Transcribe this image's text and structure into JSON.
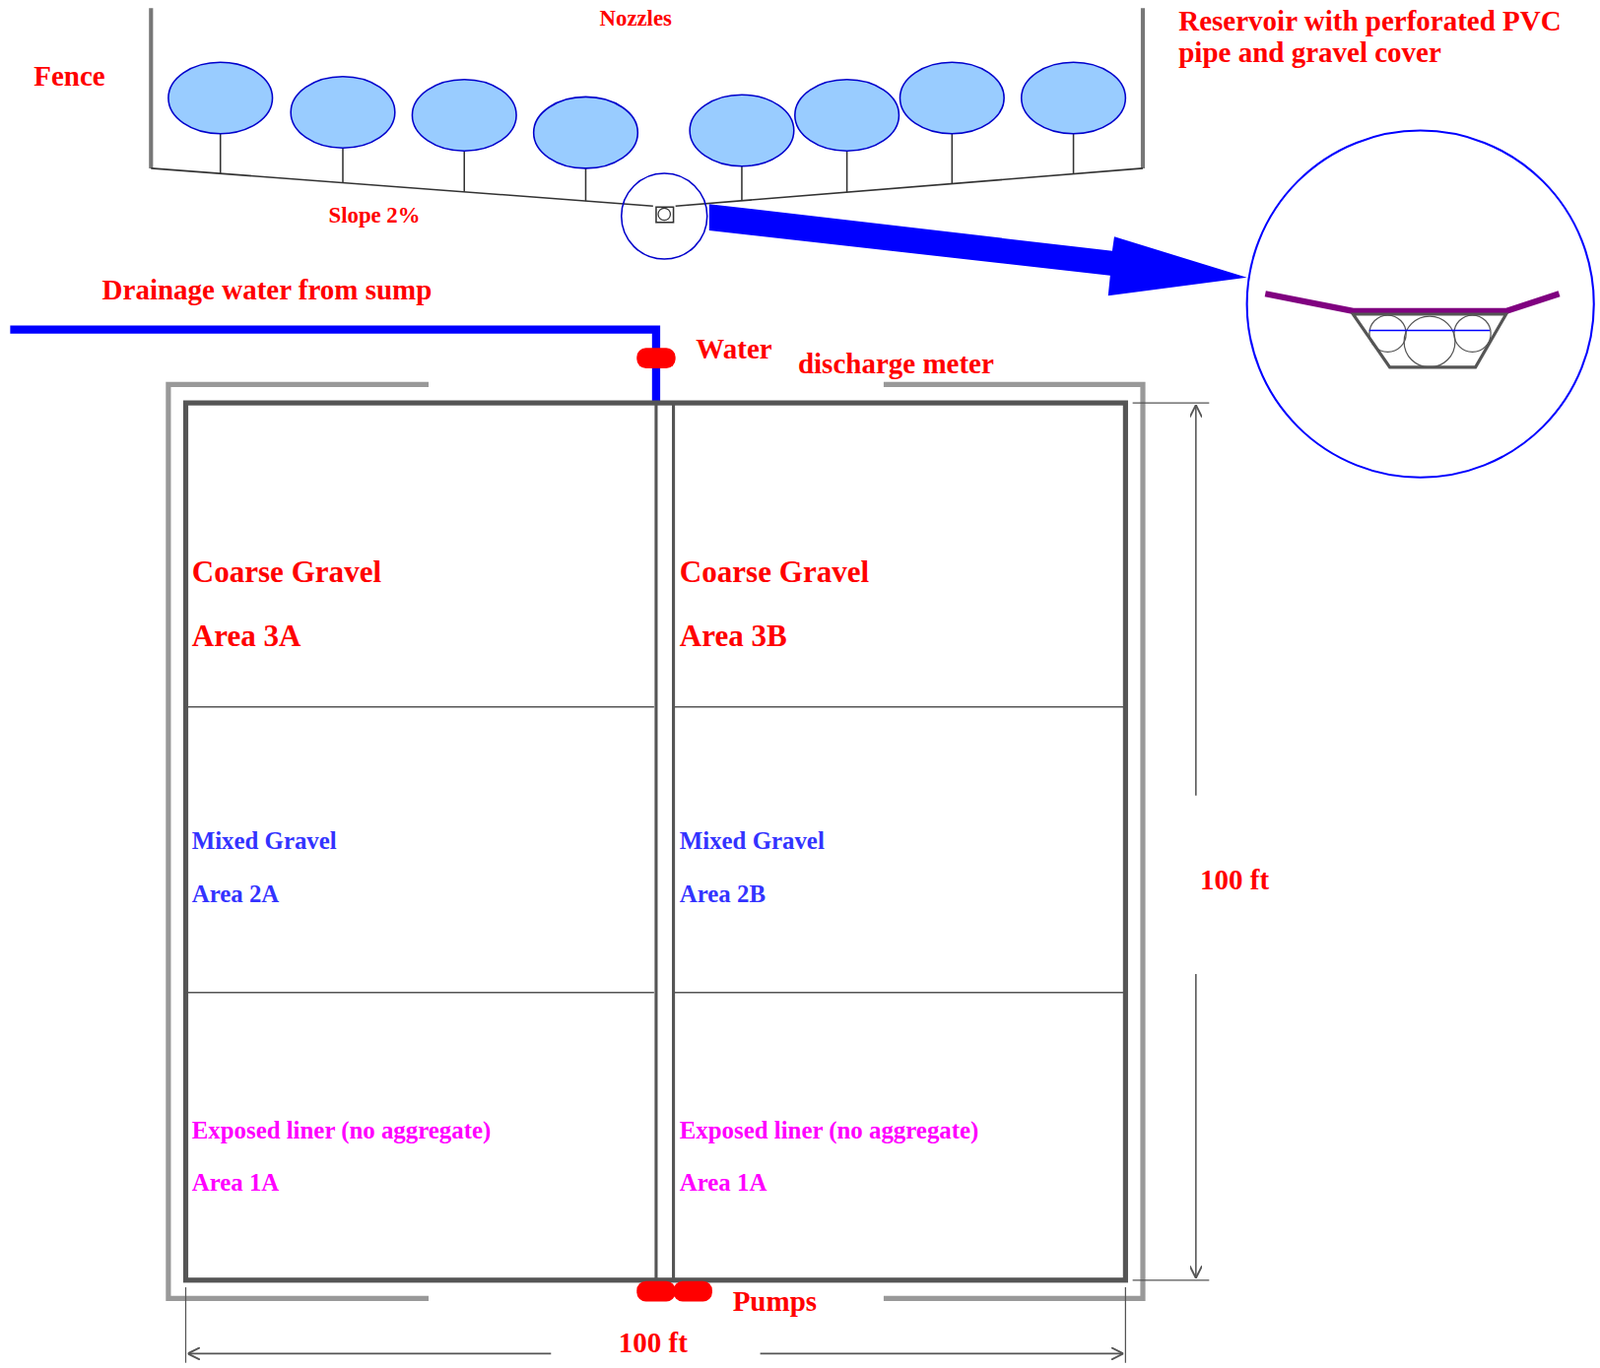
{
  "diagram": {
    "nodes": [
      {
        "text": [
          "Coarse Gravel",
          "Area 3A"
        ]
      },
      {
        "text": [
          "Coarse Gravel",
          "Area 3B"
        ]
      },
      {
        "text": [
          "Mixed Gravel",
          "Area 2A"
        ]
      },
      {
        "text": [
          "Mixed Gravel",
          "Area 2B"
        ]
      },
      {
        "text": [
          "Exposed liner (no aggregate)",
          "Area 1A"
        ]
      },
      {
        "text": [
          "Exposed liner (no aggregate)",
          "Area 1A"
        ]
      }
    ],
    "labels": [
      "Nozzles",
      "Fence",
      "Reservoir with perforated PVC pipe and gravel cover",
      "Slope 2%",
      "Drainage water from sump",
      "Water",
      "discharge meter",
      "100 ft",
      "Pumps",
      "100 ft"
    ]
  }
}
